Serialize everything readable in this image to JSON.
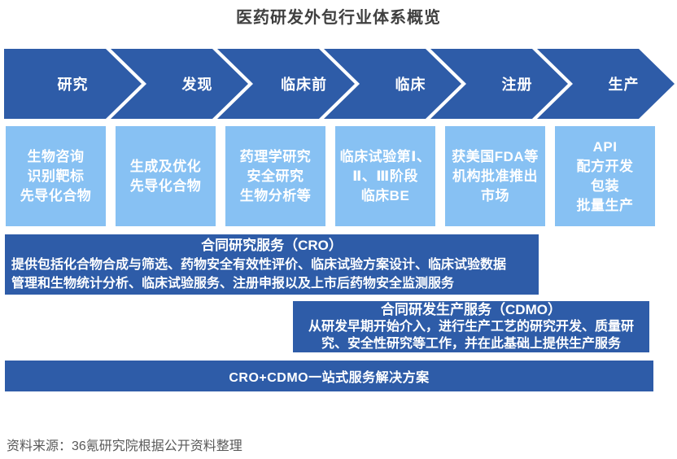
{
  "title": "医药研发外包行业体系概览",
  "colors": {
    "dark_blue": "#2e5ca8",
    "light_blue": "#87c1f3",
    "title_gray": "#404040",
    "source_gray": "#595959"
  },
  "stages": [
    {
      "label": "研究",
      "detail_lines": [
        "生物咨询",
        "识别靶标",
        "先导化合物"
      ]
    },
    {
      "label": "发现",
      "detail_lines": [
        "生成及优化",
        "先导化合物"
      ]
    },
    {
      "label": "临床前",
      "detail_lines": [
        "药理学研究",
        "安全研究",
        "生物分析等"
      ]
    },
    {
      "label": "临床",
      "detail_lines": [
        "临床试验第Ⅰ、",
        "Ⅱ、Ⅲ阶段",
        "临床BE"
      ]
    },
    {
      "label": "注册",
      "detail_lines": [
        "获美国FDA等",
        "机构批准推出",
        "市场"
      ]
    },
    {
      "label": "生产",
      "detail_lines": [
        "API",
        "配方开发",
        "包装",
        "批量生产"
      ]
    }
  ],
  "cro": {
    "title": "合同研究服务（CRO）",
    "lines": [
      "提供包括化合物合成与筛选、药物安全有效性评价、临床试验方案设计、临床试验数据",
      "管理和生物统计分析、临床试验服务、注册申报以及上市后药物安全监测服务"
    ]
  },
  "cdmo": {
    "title": "合同研发生产服务（CDMO）",
    "lines": [
      "从研发早期开始介入，进行生产工艺的研究开发、质量研",
      "究、安全性研究等工作，并在此基础上提供生产服务"
    ]
  },
  "combo": {
    "label": "CRO+CDMO一站式服务解决方案"
  },
  "source": "资料来源：36氪研究院根据公开资料整理"
}
